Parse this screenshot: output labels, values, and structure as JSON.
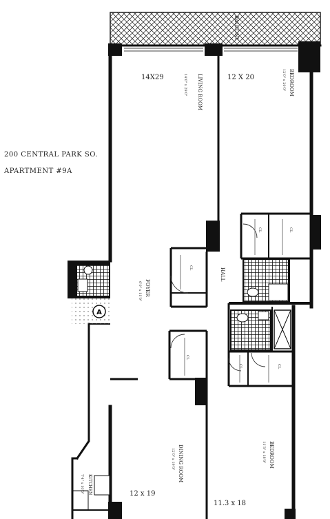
{
  "building": {
    "address": "200 CENTRAL PARK SO.",
    "apartment": "APARTMENT #9A"
  },
  "rooms": {
    "balcony": "BALCONY",
    "living_room": {
      "name": "LIVING ROOM",
      "dims": "14X29",
      "size": "14'0\" x 29'0\""
    },
    "bedroom_1": {
      "name": "BEDROOM",
      "dims": "12 X 20",
      "size": "12'0\" x 20'0\""
    },
    "foyer": {
      "name": "FOYER",
      "size": "6'0\" x 11'0\""
    },
    "dining_room": {
      "name": "DINING ROOM",
      "dims": "12 x 19",
      "size": "12'0\" x 19'0\""
    },
    "bedroom_2": {
      "name": "BEDROOM",
      "dims": "11.3 x 18",
      "size": "11'3\" x 18'0\""
    },
    "kitchen": {
      "name": "KITCHEN",
      "size": "7'4\" x 10'0\""
    },
    "hall": "HALL",
    "entry_marker": "A",
    "closets": {
      "cl1": "CL",
      "cl2": "CL",
      "cl3": "CL",
      "cl4": "CL",
      "cl5": "CL",
      "cl6": "CL"
    }
  }
}
